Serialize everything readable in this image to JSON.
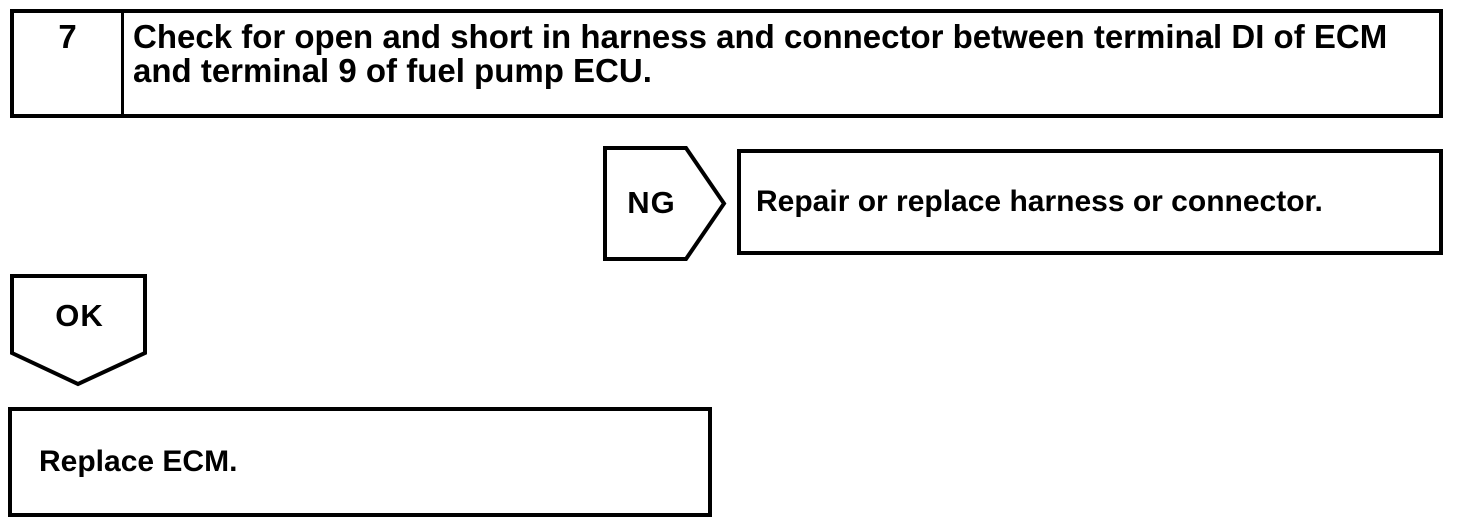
{
  "page": {
    "background_color": "#ffffff",
    "line_color": "#000000"
  },
  "flowchart": {
    "step": {
      "number": "7",
      "instruction": "Check for open and short in harness and connector between terminal DI of ECM and terminal 9 of fuel pump ECU.",
      "instruction_line1": "Check for open and short in harness and connector between terminal DI of ECM",
      "instruction_line2": "and terminal 9 of fuel pump ECU."
    },
    "ng_branch": {
      "label": "NG",
      "action": "Repair or replace harness or connector."
    },
    "ok_branch": {
      "label": "OK",
      "action": "Replace ECM."
    }
  }
}
